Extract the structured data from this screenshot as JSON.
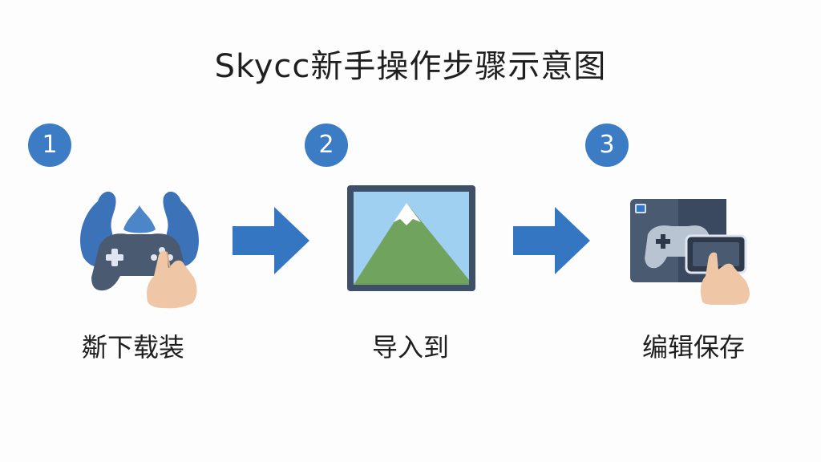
{
  "title": "Skycc新手操作步骤示意图",
  "colors": {
    "accent": "#3b7cc4",
    "arrow": "#3576c2",
    "text": "#1f1f1f",
    "frame": "#3e5068",
    "sky": "#9fd0f2",
    "mountain": "#6fa35e",
    "snow": "#ffffff",
    "hand": "#efc7a6",
    "device": "#4a5a70"
  },
  "steps": [
    {
      "number": "1",
      "label": "斴下载装",
      "icon": "download-controller-icon"
    },
    {
      "number": "2",
      "label": "导入到",
      "icon": "image-import-icon"
    },
    {
      "number": "3",
      "label": "编辑保存",
      "icon": "edit-save-icon"
    }
  ]
}
